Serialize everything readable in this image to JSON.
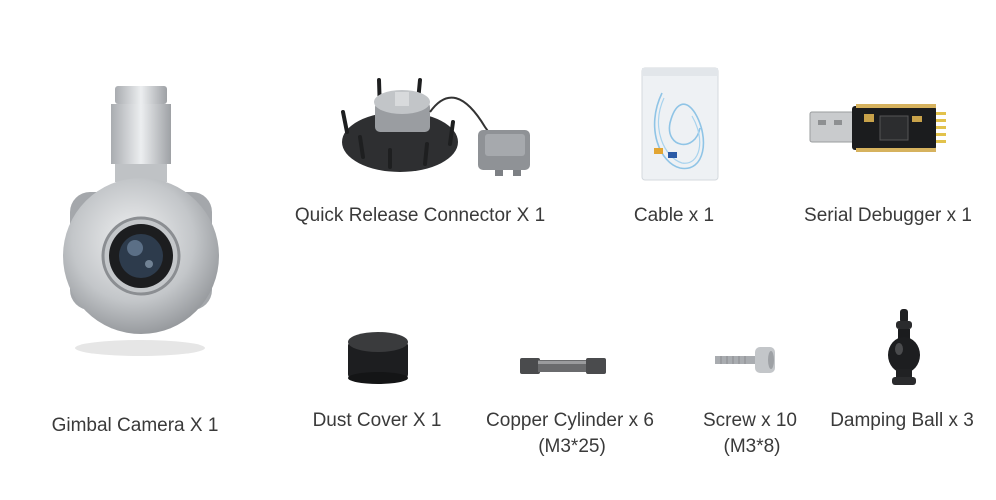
{
  "items": [
    {
      "label": "Gimbal Camera X 1",
      "icon": "gimbal-camera"
    },
    {
      "label": "Quick Release Connector X 1",
      "icon": "quick-release-connector"
    },
    {
      "label": "Cable x 1",
      "icon": "cable-bag"
    },
    {
      "label": "Serial Debugger x 1",
      "icon": "usb-serial-debugger"
    },
    {
      "label": "Dust Cover X 1",
      "icon": "dust-cover"
    },
    {
      "label": "Copper Cylinder x 6",
      "sublabel": "(M3*25)",
      "icon": "copper-cylinder"
    },
    {
      "label": "Screw x 10",
      "sublabel": "(M3*8)",
      "icon": "screw"
    },
    {
      "label": "Damping Ball x 3",
      "icon": "damping-ball"
    }
  ],
  "colors": {
    "text": "#3a3a3a",
    "metal": "#b9bcc0",
    "dark": "#2b2b2b"
  }
}
